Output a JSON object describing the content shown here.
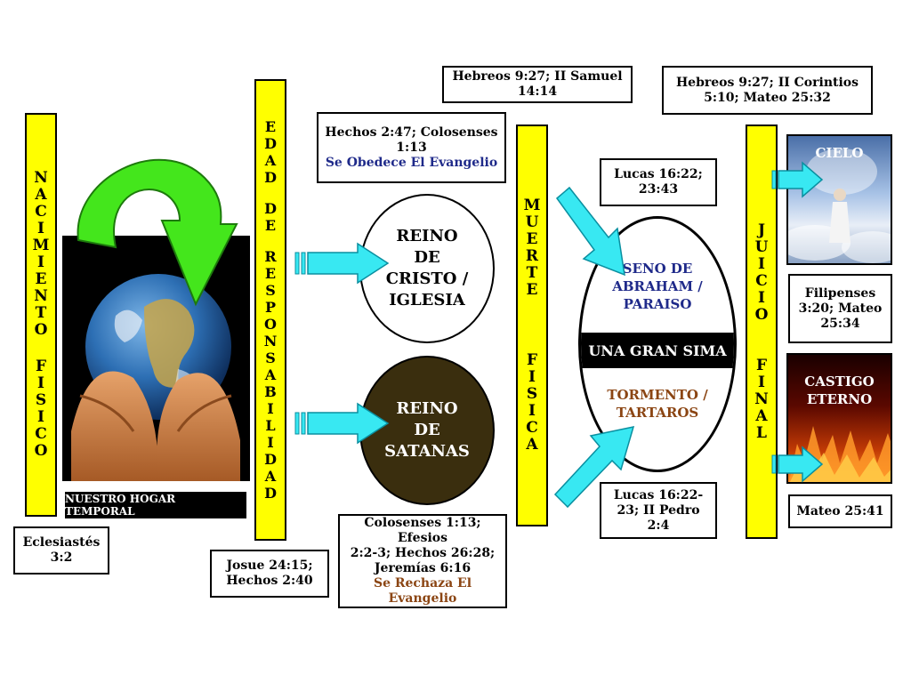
{
  "vbars": {
    "nacimiento": {
      "words": [
        "NACIMIENTO",
        "FISICO"
      ]
    },
    "edad": {
      "words": [
        "EDAD",
        "DE",
        "RESPONSABILIDAD"
      ]
    },
    "muerte": {
      "words": [
        "MUERTE",
        "FISICA"
      ]
    },
    "juicio": {
      "words": [
        "JUICIO",
        "FINAL"
      ]
    }
  },
  "globe_caption": "NUESTRO HOGAR TEMPORAL",
  "refs": {
    "eclesiastes": [
      "Eclesiastés",
      "3:2"
    ],
    "josue": [
      "Josue 24:15;",
      "Hechos 2:40"
    ],
    "hechos_top": [
      "Hechos 2:47; Colosenses",
      "1:13"
    ],
    "obedece": "Se Obedece El Evangelio",
    "colosenses_bottom": [
      "Colosenses 1:13; Efesios",
      "2:2-3; Hechos 26:28;",
      "Jeremías 6:16"
    ],
    "rechaza": "Se Rechaza El Evangelio",
    "hebreos_samuel": "Hebreos 9:27; II Samuel 14:14",
    "hebreos_corintios": [
      "Hebreos 9:27; II Corintios",
      "5:10; Mateo 25:32"
    ],
    "lucas_top": [
      "Lucas 16:22;",
      "23:43"
    ],
    "lucas_bottom": [
      "Lucas 16:22-",
      "23; II Pedro 2:4"
    ],
    "filipenses": [
      "Filipenses",
      "3:20; Mateo",
      "25:34"
    ],
    "mateo": "Mateo 25:41"
  },
  "kingdoms": {
    "cristo": [
      "REINO",
      "DE",
      "CRISTO /",
      "IGLESIA"
    ],
    "satanas": [
      "REINO",
      "DE",
      "SATANAS"
    ]
  },
  "hades": {
    "seno": [
      "SENO DE",
      "ABRAHAM /",
      "PARAISO"
    ],
    "sima": "UNA GRAN SIMA",
    "tormento": [
      "TORMENTO /",
      "TARTAROS"
    ]
  },
  "destinations": {
    "cielo": "CIELO",
    "castigo": [
      "CASTIGO",
      "ETERNO"
    ]
  },
  "colors": {
    "bar_yellow": "#ffff00",
    "arrow_cyan": "#38e8f2",
    "arrow_green": "#44e61c",
    "satanas_fill": "#3a2e0e",
    "ref_blue": "#1f2a8a",
    "ref_brown": "#8b4513"
  }
}
